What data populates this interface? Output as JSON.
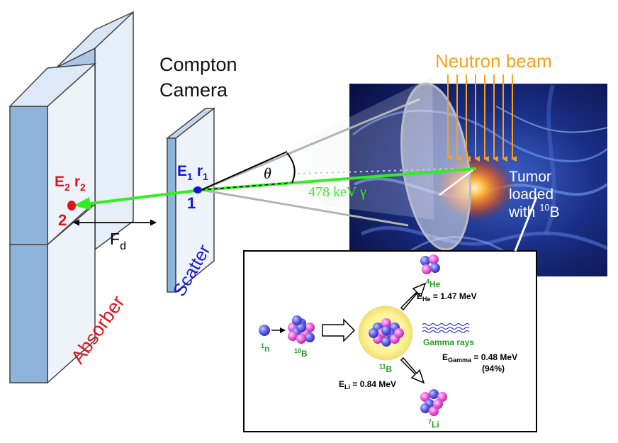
{
  "camera": {
    "title_line1": "Compton",
    "title_line2": "Camera",
    "absorber_label": "Absorber",
    "scatter_label": "Scatter",
    "point2": {
      "E": "E",
      "E_sub": "2",
      "r": "r",
      "r_sub": "2",
      "num": "2"
    },
    "point1": {
      "E": "E",
      "E_sub": "1",
      "r": "r",
      "r_sub": "1",
      "num": "1"
    },
    "distance": {
      "F": "F",
      "sub": "d"
    },
    "angle": "θ",
    "gamma_label": "478 keV γ"
  },
  "scene": {
    "beam_label": "Neutron beam",
    "tumor_line1": "Tumor",
    "tumor_line2": "loaded",
    "tumor_line3_prefix": "with ",
    "tumor_isotope_mass": "10",
    "tumor_isotope_symbol": "B"
  },
  "reaction": {
    "neutron": {
      "mass": "1",
      "symbol": "n"
    },
    "boron10": {
      "mass": "10",
      "symbol": "B"
    },
    "boron11": {
      "mass": "11",
      "symbol": "B"
    },
    "helium": {
      "mass": "4",
      "symbol": "He"
    },
    "lithium": {
      "mass": "7",
      "symbol": "Li"
    },
    "gamma_label": "Gamma rays",
    "E_he": {
      "E": "E",
      "sub": "He",
      "value": " = 1.47 MeV"
    },
    "E_li": {
      "E": "E",
      "sub": "Li",
      "value": " = 0.84 MeV"
    },
    "E_gamma": {
      "E": "E",
      "sub": "Gamma",
      "value": " = 0.48 MeV",
      "pct": "(94%)"
    }
  },
  "colors": {
    "absorber_face": "#8fb4dc",
    "absorber_front": "#e8f0f8",
    "scatter_blue": "#1515d6",
    "absorber_red": "#e0141e",
    "gamma_green": "#33ee22",
    "beam_orange": "#f7a01c",
    "reaction_green": "#1f9e1f"
  }
}
